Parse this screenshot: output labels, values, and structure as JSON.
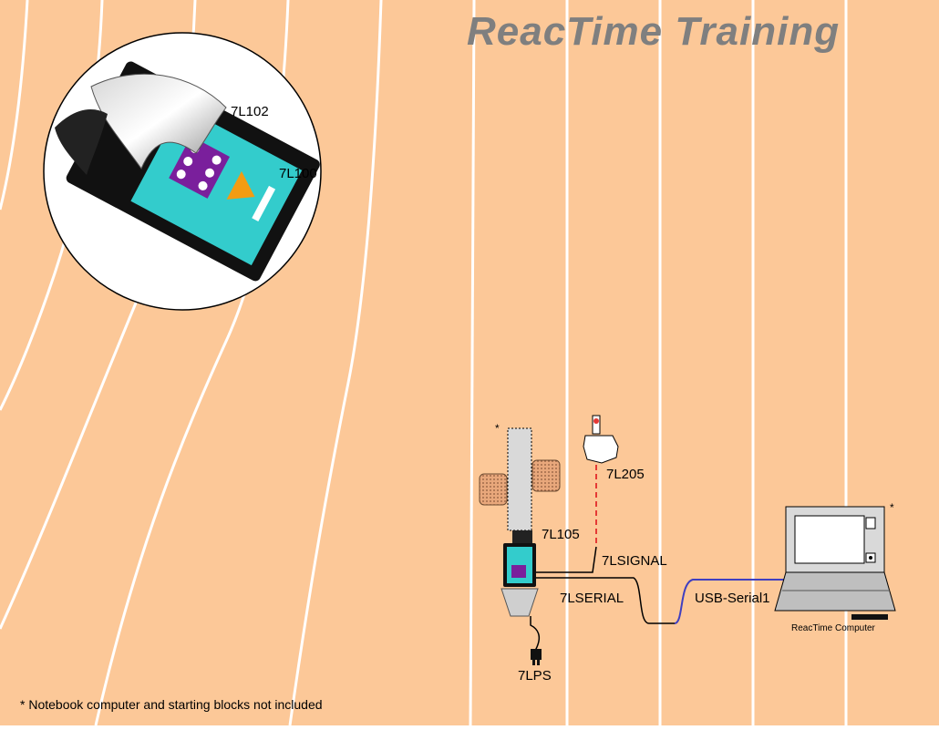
{
  "title": "ReacTime Training",
  "footnote": "* Notebook computer and starting blocks not included",
  "labels": {
    "lane_sensor_model": "7L102",
    "start_unit_model": "7L100",
    "reaction_switch": "7L205",
    "starting_block_sensor": "7L105",
    "signal_cable": "7LSIGNAL",
    "serial_cable": "7LSERIAL",
    "usb_adapter": "USB-Serial1",
    "power_supply": "7LPS",
    "computer": "ReacTime Computer",
    "asterisk_blocks": "*",
    "asterisk_computer": "*"
  },
  "colors": {
    "track": "#FCC898",
    "lane_lines": "#FFFFFF",
    "title": "#7F7F7F",
    "device_screen": "#33CCCC",
    "dice": "#7A1F9C",
    "arrow": "#F39C12",
    "signal_wire": "#E53935",
    "usb_wire": "#3F3FC0"
  }
}
